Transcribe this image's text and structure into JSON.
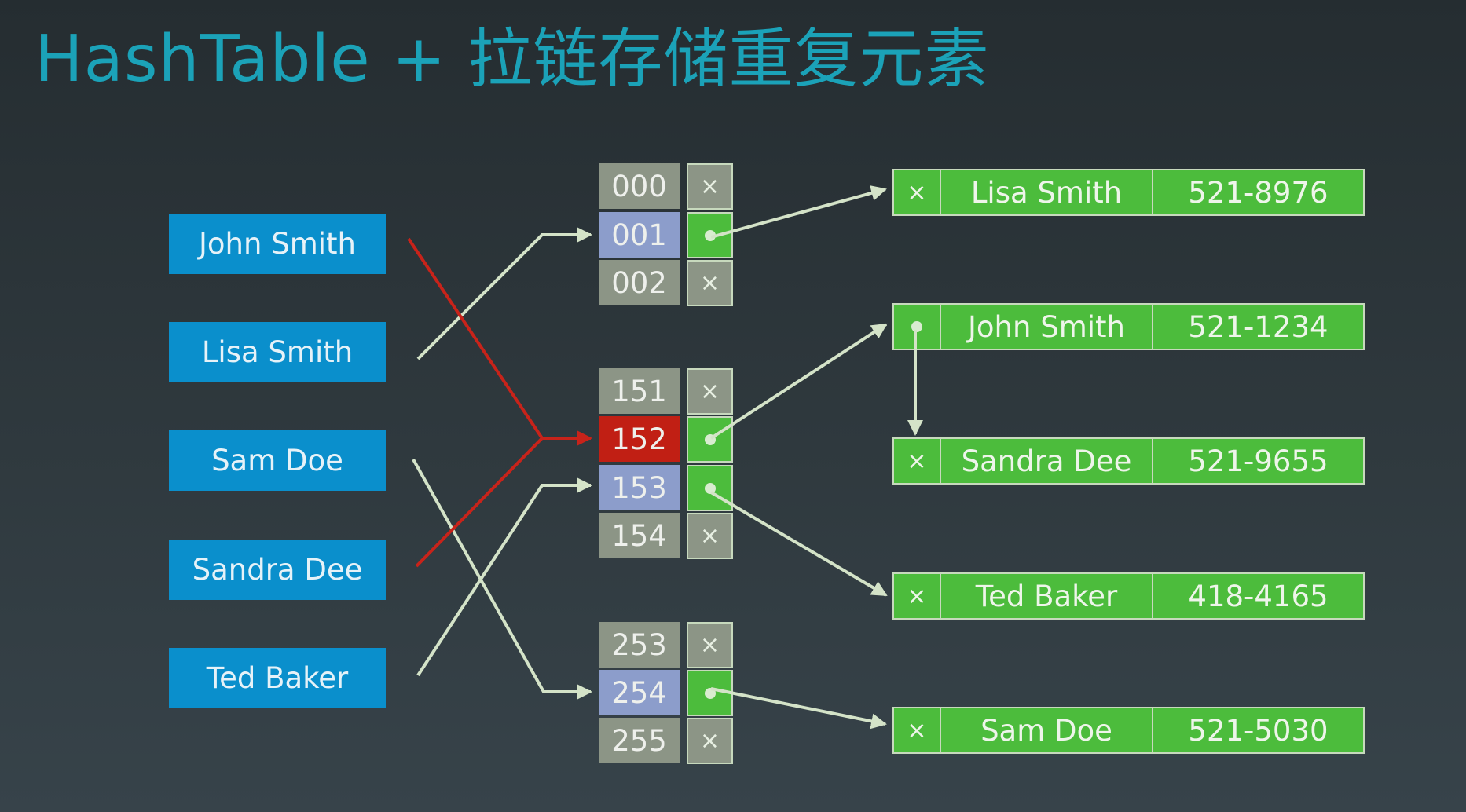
{
  "title": "HashTable + 拉链存储重复元素",
  "keys": [
    "John Smith",
    "Lisa Smith",
    "Sam Doe",
    "Sandra Dee",
    "Ted Baker"
  ],
  "buckets": [
    {
      "label": "000",
      "style": "gray",
      "slot": "×"
    },
    {
      "label": "001",
      "style": "blue",
      "slot": "pointer"
    },
    {
      "label": "002",
      "style": "gray",
      "slot": "×"
    },
    {
      "label": "151",
      "style": "gray",
      "slot": "×"
    },
    {
      "label": "152",
      "style": "red",
      "slot": "pointer"
    },
    {
      "label": "153",
      "style": "blue",
      "slot": "pointer"
    },
    {
      "label": "154",
      "style": "gray",
      "slot": "×"
    },
    {
      "label": "253",
      "style": "gray",
      "slot": "×"
    },
    {
      "label": "254",
      "style": "blue",
      "slot": "pointer"
    },
    {
      "label": "255",
      "style": "gray",
      "slot": "×"
    }
  ],
  "entries": [
    {
      "next": "×",
      "name": "Lisa Smith",
      "phone": "521-8976"
    },
    {
      "next": "pointer",
      "name": "John Smith",
      "phone": "521-1234"
    },
    {
      "next": "×",
      "name": "Sandra Dee",
      "phone": "521-9655"
    },
    {
      "next": "×",
      "name": "Ted Baker",
      "phone": "418-4165"
    },
    {
      "next": "×",
      "name": "Sam Doe",
      "phone": "521-5030"
    }
  ],
  "colors": {
    "title": "#1ba2b8",
    "key_box": "#0a8fcc",
    "bucket_gray": "#8c9586",
    "bucket_blue": "#8c9dcb",
    "bucket_red": "#c11f14",
    "entry_green": "#4cbc3c",
    "arrow_light": "#d4e3c8",
    "arrow_red": "#c8231a"
  }
}
